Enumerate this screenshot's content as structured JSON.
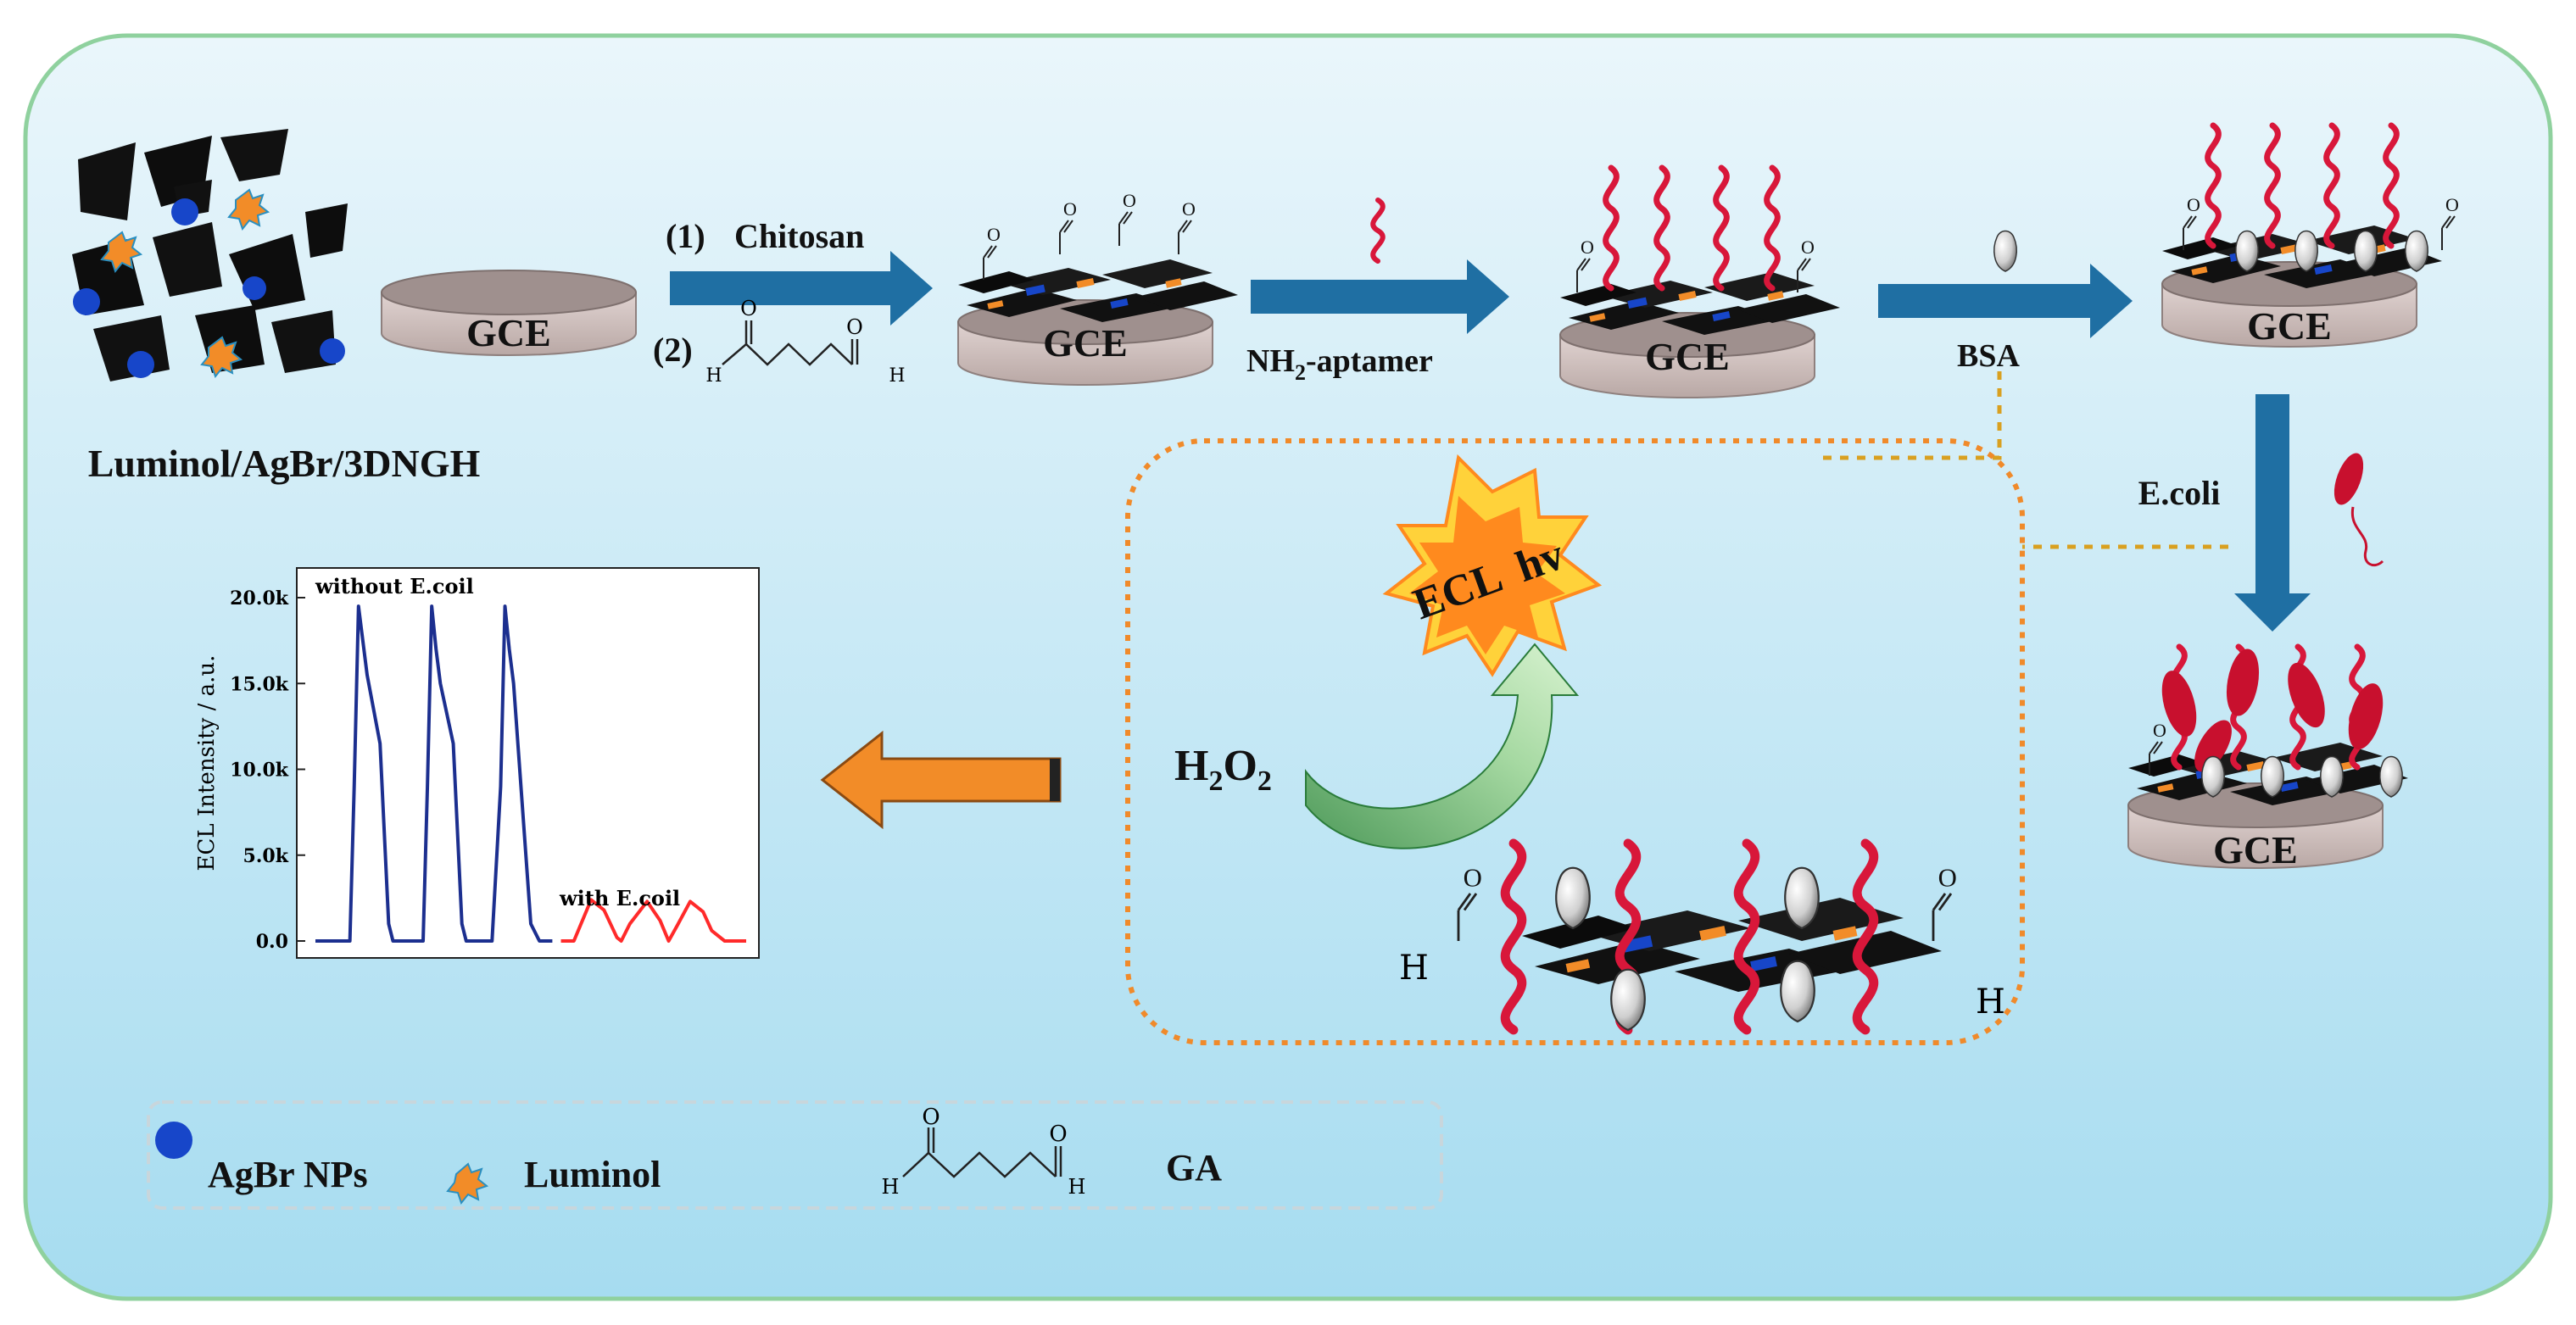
{
  "steps": {
    "composite_label": "Luminol/AgBr/3DNGH",
    "electrode_label": "GCE",
    "step1_num": "(1)",
    "step1_label": "Chitosan",
    "step2_num": "(2)",
    "aptamer_sub_pre": "NH",
    "aptamer_sub": "2",
    "aptamer_sub_post": "-aptamer",
    "bsa_label": "BSA",
    "ecoli_label": "E.coli"
  },
  "ga_molecule": {
    "o_label": "O",
    "h_label": "H"
  },
  "detail": {
    "ecl_text": "ECL",
    "hv_text": "hv",
    "h2o2_h": "H",
    "h2o2_2a": "2",
    "h2o2_o": "O",
    "h2o2_2b": "2"
  },
  "legend": {
    "agbr_label": "AgBr NPs",
    "luminol_label": "Luminol",
    "ga_label": "GA"
  },
  "colors": {
    "background_top": "#eaf6fb",
    "background_bottom": "#a6dcf0",
    "border_green": "#8fd19e",
    "arrow_blue": "#1f6fa3",
    "aptamer_red": "#d8173a",
    "electrode_fill": "#cbbbb8",
    "dotted_orange": "#f08a2a",
    "orange_arrow": "#f28c28",
    "agbr_blue": "#1746c9",
    "luminol_orange": "#f28c28",
    "series_without": "#1c2f8f",
    "series_with": "#ff2a2a"
  },
  "chart_data": {
    "type": "line",
    "ylabel": "ECL Intensity / a.u.",
    "xlabel": "",
    "ylim": [
      0,
      20000
    ],
    "y_ticks": [
      "0.0",
      "5.0k",
      "10.0k",
      "15.0k",
      "20.0k"
    ],
    "y_tick_values": [
      0,
      5000,
      10000,
      15000,
      20000
    ],
    "x_range": [
      0,
      100
    ],
    "series": [
      {
        "name": "without E.coil",
        "x": [
          0,
          8,
          9,
          10,
          11,
          12,
          15,
          17,
          18,
          19,
          20,
          23,
          25,
          26,
          27,
          28,
          29,
          32,
          34,
          35,
          36,
          37,
          38,
          41,
          43,
          44,
          45,
          46,
          47,
          50,
          52,
          53,
          54,
          55
        ],
        "y": [
          0,
          0,
          9000,
          19500,
          17500,
          15500,
          11500,
          1000,
          0,
          0,
          0,
          0,
          0,
          9000,
          19500,
          17000,
          15000,
          11500,
          1000,
          0,
          0,
          0,
          0,
          0,
          9000,
          19500,
          17000,
          15000,
          11500,
          1000,
          0,
          0,
          0,
          0
        ]
      },
      {
        "name": "with E.coil",
        "x": [
          57,
          60,
          64,
          67,
          70,
          71,
          73,
          77,
          80,
          82,
          84,
          87,
          90,
          92,
          95,
          97,
          100
        ],
        "y": [
          0,
          0,
          2400,
          1800,
          200,
          0,
          1000,
          2300,
          1200,
          0,
          900,
          2300,
          1700,
          600,
          0,
          0,
          0
        ]
      }
    ]
  }
}
